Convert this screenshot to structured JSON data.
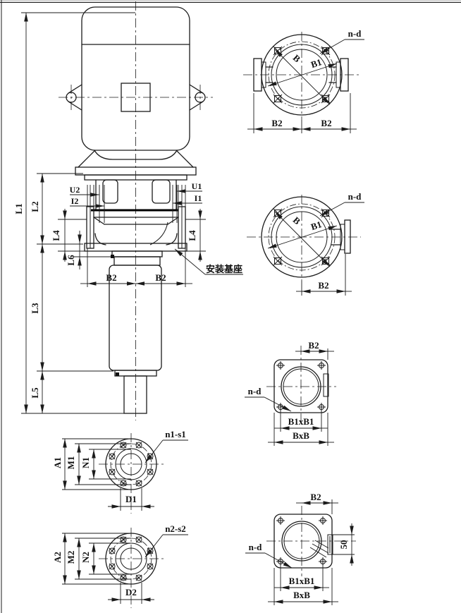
{
  "colors": {
    "line": "#1b1b1b",
    "background": "#ffffff"
  },
  "drawing": {
    "main_view": {
      "l1": "L1",
      "l2": "L2",
      "l3": "L3",
      "l4": "L4",
      "l5": "L5",
      "l6": "L6",
      "u1": "U1",
      "u2": "U2",
      "i1": "I1",
      "i2": "I2",
      "b2": "B2",
      "base_callout": "安装基座"
    },
    "flange_top": {
      "n_d": "n-d",
      "b": "B",
      "b1": "B1",
      "b2": "B2"
    },
    "flange_mid": {
      "n_d": "n-d",
      "b": "B",
      "b1": "B1",
      "b2": "B2"
    },
    "square_flange_upper": {
      "b2": "B2",
      "n_d": "n-d",
      "b1xb1": "B1xB1",
      "bxb": "BxB"
    },
    "square_flange_lower": {
      "b2": "B2",
      "n_d": "n-d",
      "b1xb1": "B1xB1",
      "bxb": "BxB",
      "tab_height": "50"
    },
    "outlet_flange_1": {
      "a": "A1",
      "m": "M1",
      "n": "N1",
      "d": "D1",
      "holes": "n1-s1"
    },
    "outlet_flange_2": {
      "a": "A2",
      "m": "M2",
      "n": "N2",
      "d": "D2",
      "holes": "n2-s2"
    }
  }
}
